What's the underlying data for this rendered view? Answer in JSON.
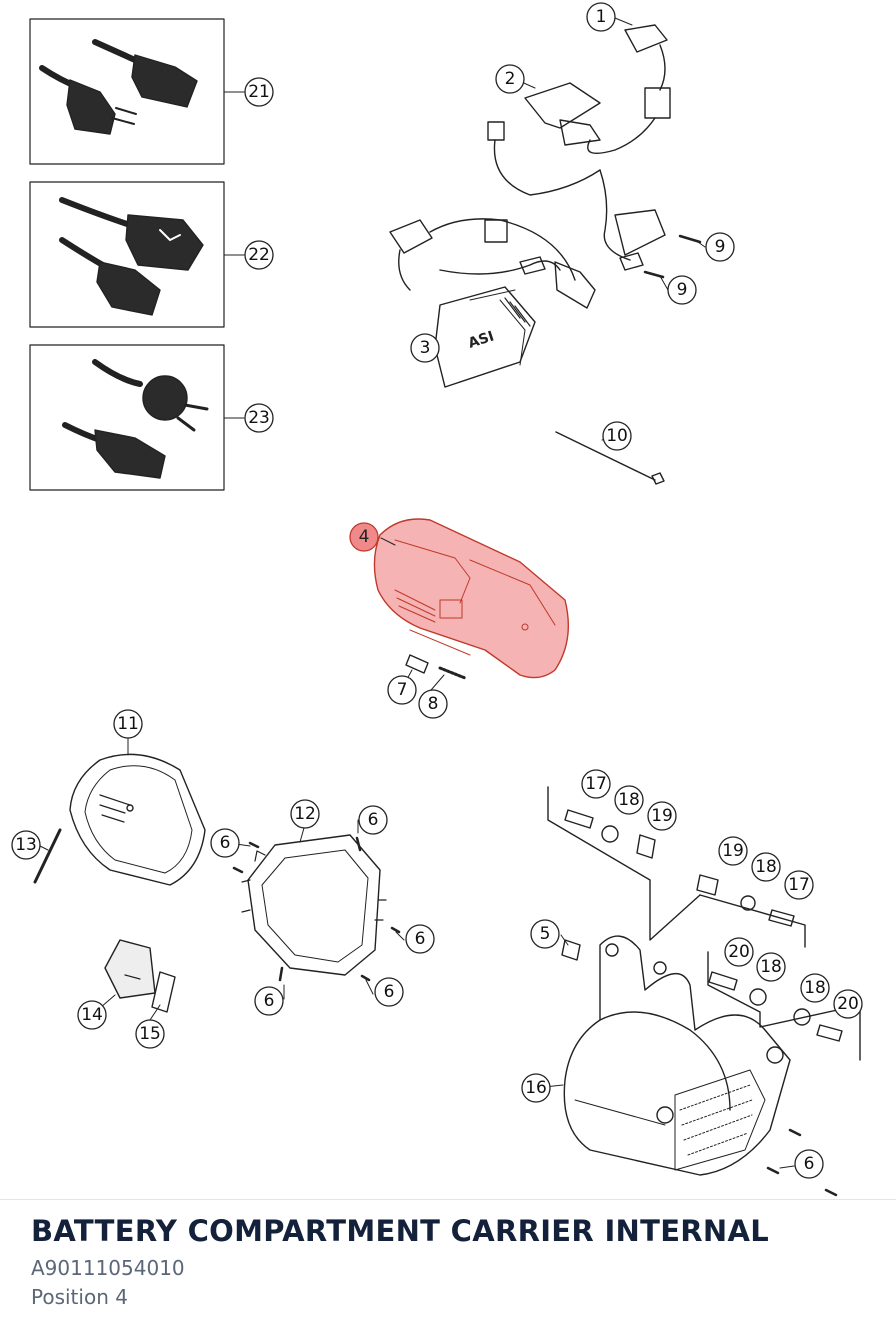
{
  "diagram": {
    "callouts": [
      {
        "label": "1"
      },
      {
        "label": "2"
      },
      {
        "label": "3"
      },
      {
        "label": "4"
      },
      {
        "label": "5"
      },
      {
        "label": "6"
      },
      {
        "label": "6"
      },
      {
        "label": "6"
      },
      {
        "label": "6"
      },
      {
        "label": "6"
      },
      {
        "label": "6"
      },
      {
        "label": "7"
      },
      {
        "label": "8"
      },
      {
        "label": "9"
      },
      {
        "label": "9"
      },
      {
        "label": "10"
      },
      {
        "label": "11"
      },
      {
        "label": "12"
      },
      {
        "label": "13"
      },
      {
        "label": "14"
      },
      {
        "label": "15"
      },
      {
        "label": "16"
      },
      {
        "label": "17"
      },
      {
        "label": "17"
      },
      {
        "label": "18"
      },
      {
        "label": "18"
      },
      {
        "label": "18"
      },
      {
        "label": "18"
      },
      {
        "label": "19"
      },
      {
        "label": "19"
      },
      {
        "label": "20"
      },
      {
        "label": "20"
      },
      {
        "label": "21"
      },
      {
        "label": "22"
      },
      {
        "label": "23"
      }
    ],
    "highlighted_label": "4",
    "highlight_color": "#f08a8a",
    "logo_text": "ASI"
  },
  "footer": {
    "title": "BATTERY COMPARTMENT CARRIER INTERNAL",
    "part_number": "A90111054010",
    "position": "Position 4"
  }
}
